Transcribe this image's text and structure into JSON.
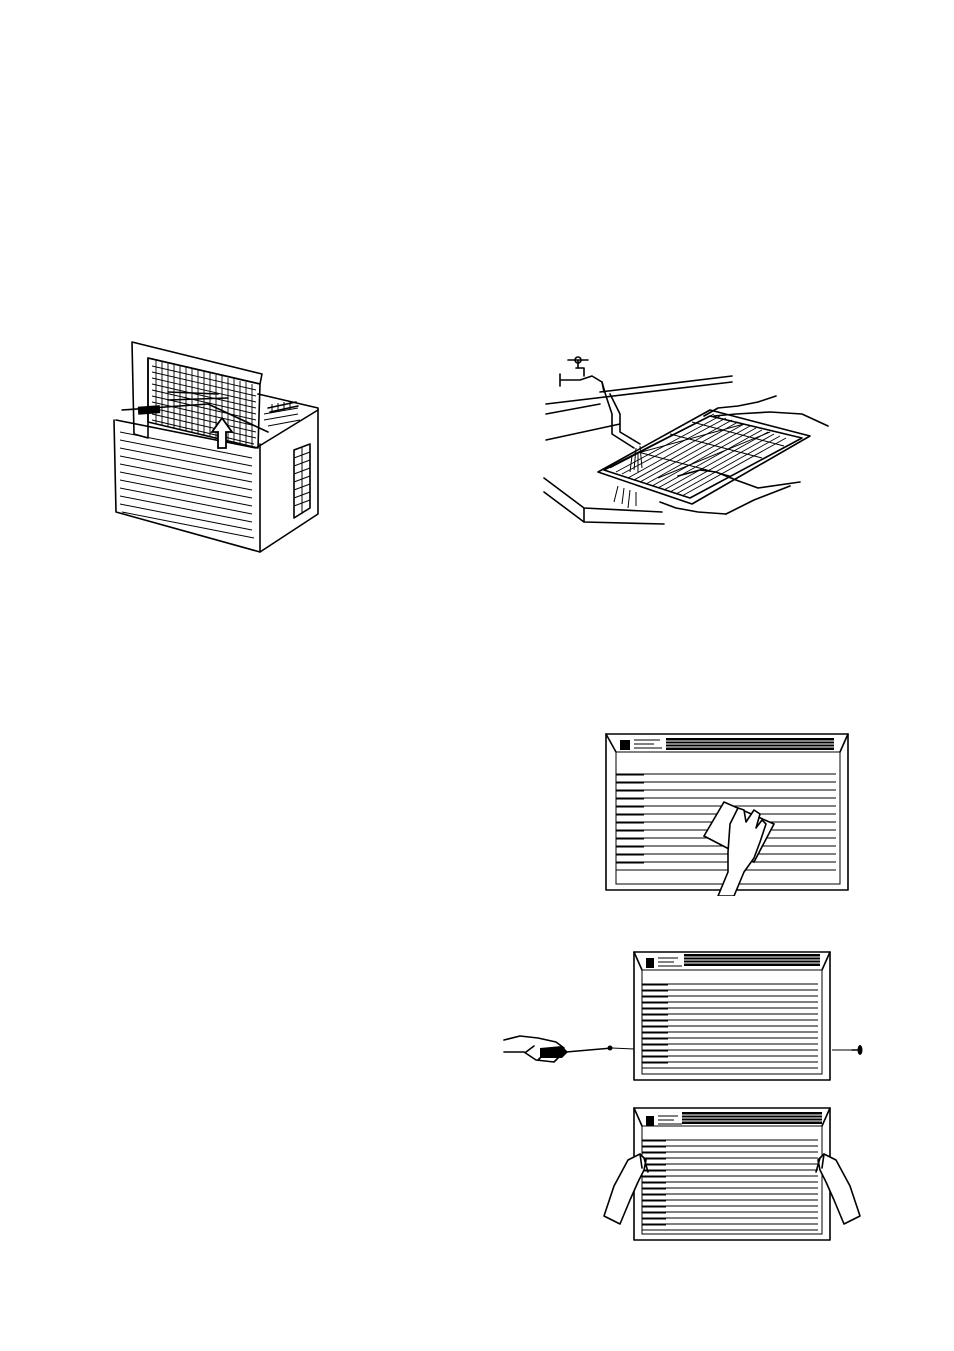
{
  "page": {
    "background": "#ffffff",
    "ink": "#000000"
  },
  "figures": [
    {
      "id": "filter-removal",
      "icon": "air-conditioner-filter-lift-illustration"
    },
    {
      "id": "filter-washing",
      "icon": "filter-under-faucet-illustration"
    },
    {
      "id": "front-grille-wiping",
      "icon": "cloth-wiping-grille-illustration"
    },
    {
      "id": "screw-removal",
      "icon": "screwdriver-removing-screws-illustration"
    },
    {
      "id": "front-panel-removal",
      "icon": "hands-pulling-front-panel-illustration"
    }
  ]
}
